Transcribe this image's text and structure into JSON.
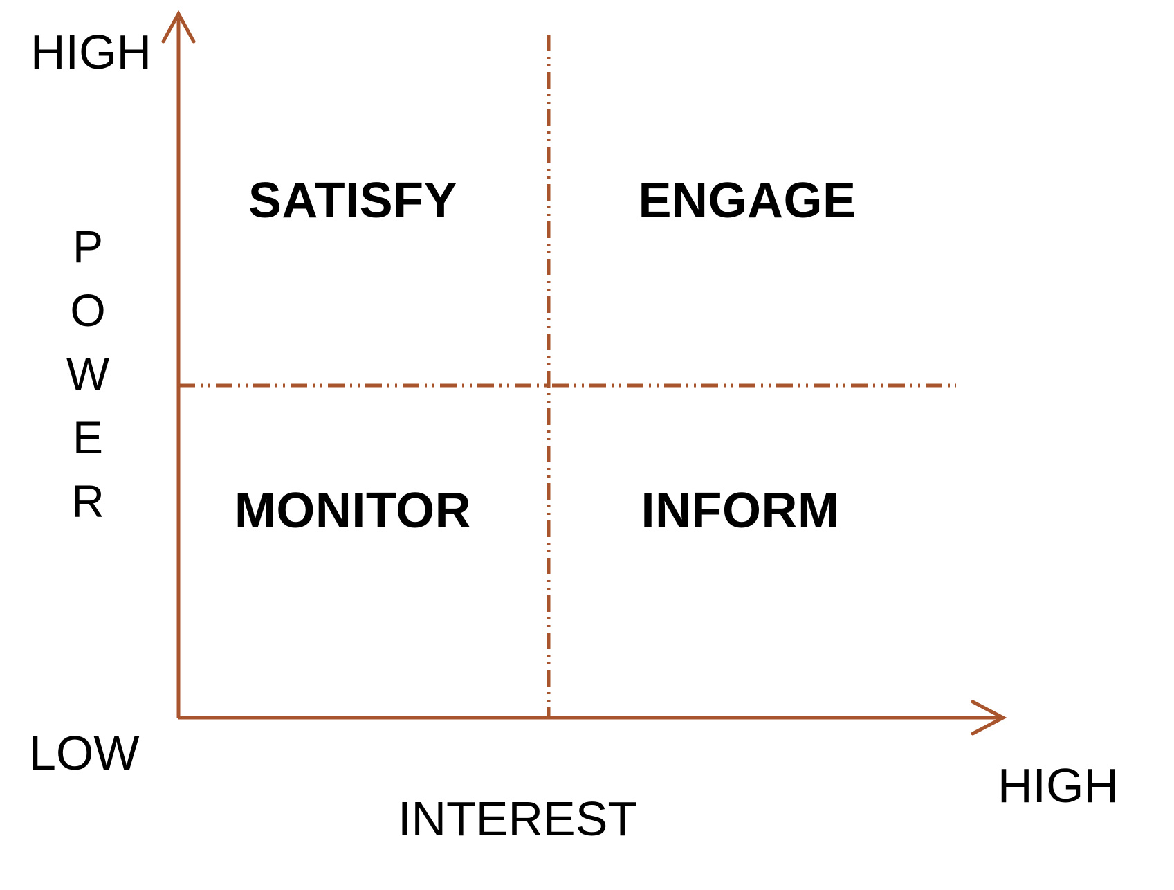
{
  "diagram": {
    "type": "power-interest-grid",
    "accent_color": "#A8542C",
    "text_color": "#000000",
    "background_color": "#FFFFFF"
  },
  "axes": {
    "y": {
      "title_letters": [
        "P",
        "O",
        "W",
        "E",
        "R"
      ],
      "title": "POWER",
      "high_label": "HIGH",
      "low_label": "LOW"
    },
    "x": {
      "title": "INTEREST",
      "high_label": "HIGH"
    }
  },
  "quadrants": [
    {
      "key": "satisfy",
      "label": "SATISFY",
      "power": "high",
      "interest": "low"
    },
    {
      "key": "engage",
      "label": "ENGAGE",
      "power": "high",
      "interest": "high"
    },
    {
      "key": "monitor",
      "label": "MONITOR",
      "power": "low",
      "interest": "low"
    },
    {
      "key": "inform",
      "label": "INFORM",
      "power": "low",
      "interest": "high"
    }
  ]
}
